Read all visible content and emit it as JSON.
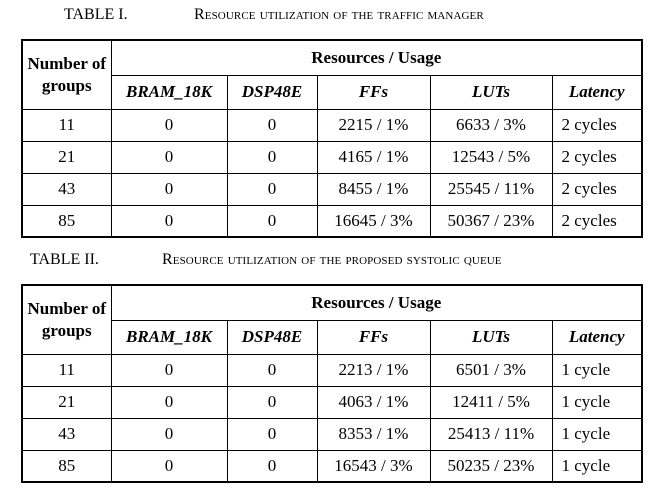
{
  "table1": {
    "number": "TABLE I.",
    "title": "Resource utilization of the traffic manager",
    "header": {
      "groups": "Number of groups",
      "resources": "Resources / Usage",
      "columns": [
        "BRAM_18K",
        "DSP48E",
        "FFs",
        "LUTs",
        "Latency"
      ]
    },
    "rows": [
      {
        "groups": "11",
        "bram": "0",
        "dsp": "0",
        "ffs": "2215 / 1%",
        "luts": "6633 / 3%",
        "latency": "2 cycles"
      },
      {
        "groups": "21",
        "bram": "0",
        "dsp": "0",
        "ffs": "4165 / 1%",
        "luts": "12543 / 5%",
        "latency": "2 cycles"
      },
      {
        "groups": "43",
        "bram": "0",
        "dsp": "0",
        "ffs": "8455 / 1%",
        "luts": "25545 / 11%",
        "latency": "2 cycles"
      },
      {
        "groups": "85",
        "bram": "0",
        "dsp": "0",
        "ffs": "16645 / 3%",
        "luts": "50367 / 23%",
        "latency": "2 cycles"
      }
    ]
  },
  "table2": {
    "number": "TABLE II.",
    "title": "Resource utilization of the proposed systolic queue",
    "header": {
      "groups": "Number of groups",
      "resources": "Resources / Usage",
      "columns": [
        "BRAM_18K",
        "DSP48E",
        "FFs",
        "LUTs",
        "Latency"
      ]
    },
    "rows": [
      {
        "groups": "11",
        "bram": "0",
        "dsp": "0",
        "ffs": "2213 / 1%",
        "luts": "6501 / 3%",
        "latency": "1 cycle"
      },
      {
        "groups": "21",
        "bram": "0",
        "dsp": "0",
        "ffs": "4063 / 1%",
        "luts": "12411 / 5%",
        "latency": "1 cycle"
      },
      {
        "groups": "43",
        "bram": "0",
        "dsp": "0",
        "ffs": "8353 / 1%",
        "luts": "25413 / 11%",
        "latency": "1 cycle"
      },
      {
        "groups": "85",
        "bram": "0",
        "dsp": "0",
        "ffs": "16543 / 3%",
        "luts": "50235 / 23%",
        "latency": "1 cycle"
      }
    ]
  }
}
